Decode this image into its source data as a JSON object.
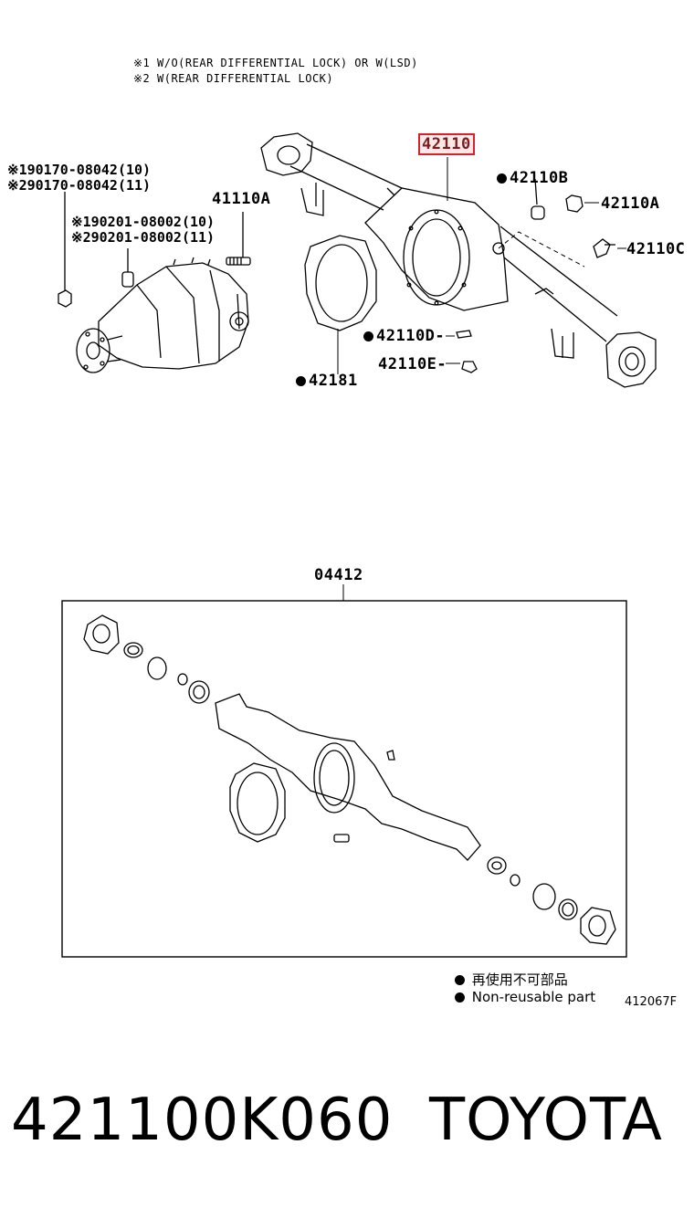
{
  "notes": {
    "note1": "※1 W/O(REAR DIFFERENTIAL LOCK) OR W(LSD)",
    "note2": "※2 W(REAR DIFFERENTIAL LOCK)"
  },
  "callouts": {
    "bolt1": "※190170-08042(10)",
    "bolt2": "※290170-08042(11)",
    "stud_pn": "41110A",
    "washer1": "※190201-08002(10)",
    "washer2": "※290201-08002(11)",
    "housing": "42110",
    "b": "42110B",
    "a": "42110A",
    "c": "42110C",
    "d": "42110D",
    "e": "42110E",
    "gasket": "42181",
    "kit": "04412"
  },
  "legend": {
    "japanese": "再使用不可部品",
    "english": "Non-reusable part"
  },
  "illustration_code": "412067F",
  "footer": {
    "part_number": "421100K060",
    "brand": "TOYOTA"
  },
  "colors": {
    "highlight_border": "#d7222c",
    "highlight_fill": "#fbe9ea"
  }
}
